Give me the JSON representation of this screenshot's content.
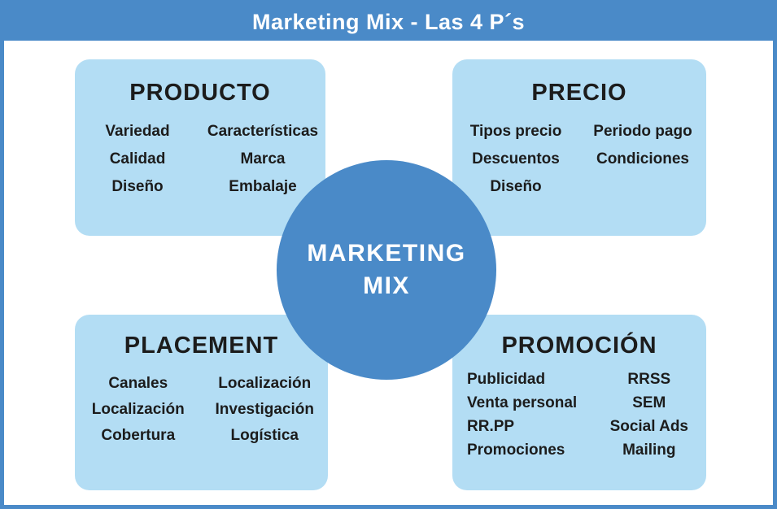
{
  "page_title": "Marketing Mix - Las 4 P´s",
  "colors": {
    "primary_blue": "#4a8ac8",
    "light_blue": "#b3ddf4",
    "text_black": "#1c1c1c",
    "white": "#ffffff"
  },
  "center_circle": {
    "line1": "MARKETING",
    "line2": "MIX"
  },
  "quadrants": [
    {
      "id": "producto",
      "title": "PRODUCTO",
      "col1": [
        "Variedad",
        "Calidad",
        "Diseño"
      ],
      "col2": [
        "Características",
        "Marca",
        "Embalaje"
      ]
    },
    {
      "id": "precio",
      "title": "PRECIO",
      "col1": [
        "Tipos precio",
        "Descuentos",
        "Diseño"
      ],
      "col2": [
        "Periodo pago",
        "Condiciones"
      ]
    },
    {
      "id": "placement",
      "title": "PLACEMENT",
      "col1": [
        "Canales",
        "Localización",
        "Cobertura"
      ],
      "col2": [
        "Localización",
        "Investigación",
        "Logística"
      ]
    },
    {
      "id": "promocion",
      "title": "PROMOCIÓN",
      "col1": [
        "Publicidad",
        "Venta personal",
        "RR.PP",
        "Promociones"
      ],
      "col2": [
        "RRSS",
        "SEM",
        "Social Ads",
        "Mailing"
      ]
    }
  ]
}
